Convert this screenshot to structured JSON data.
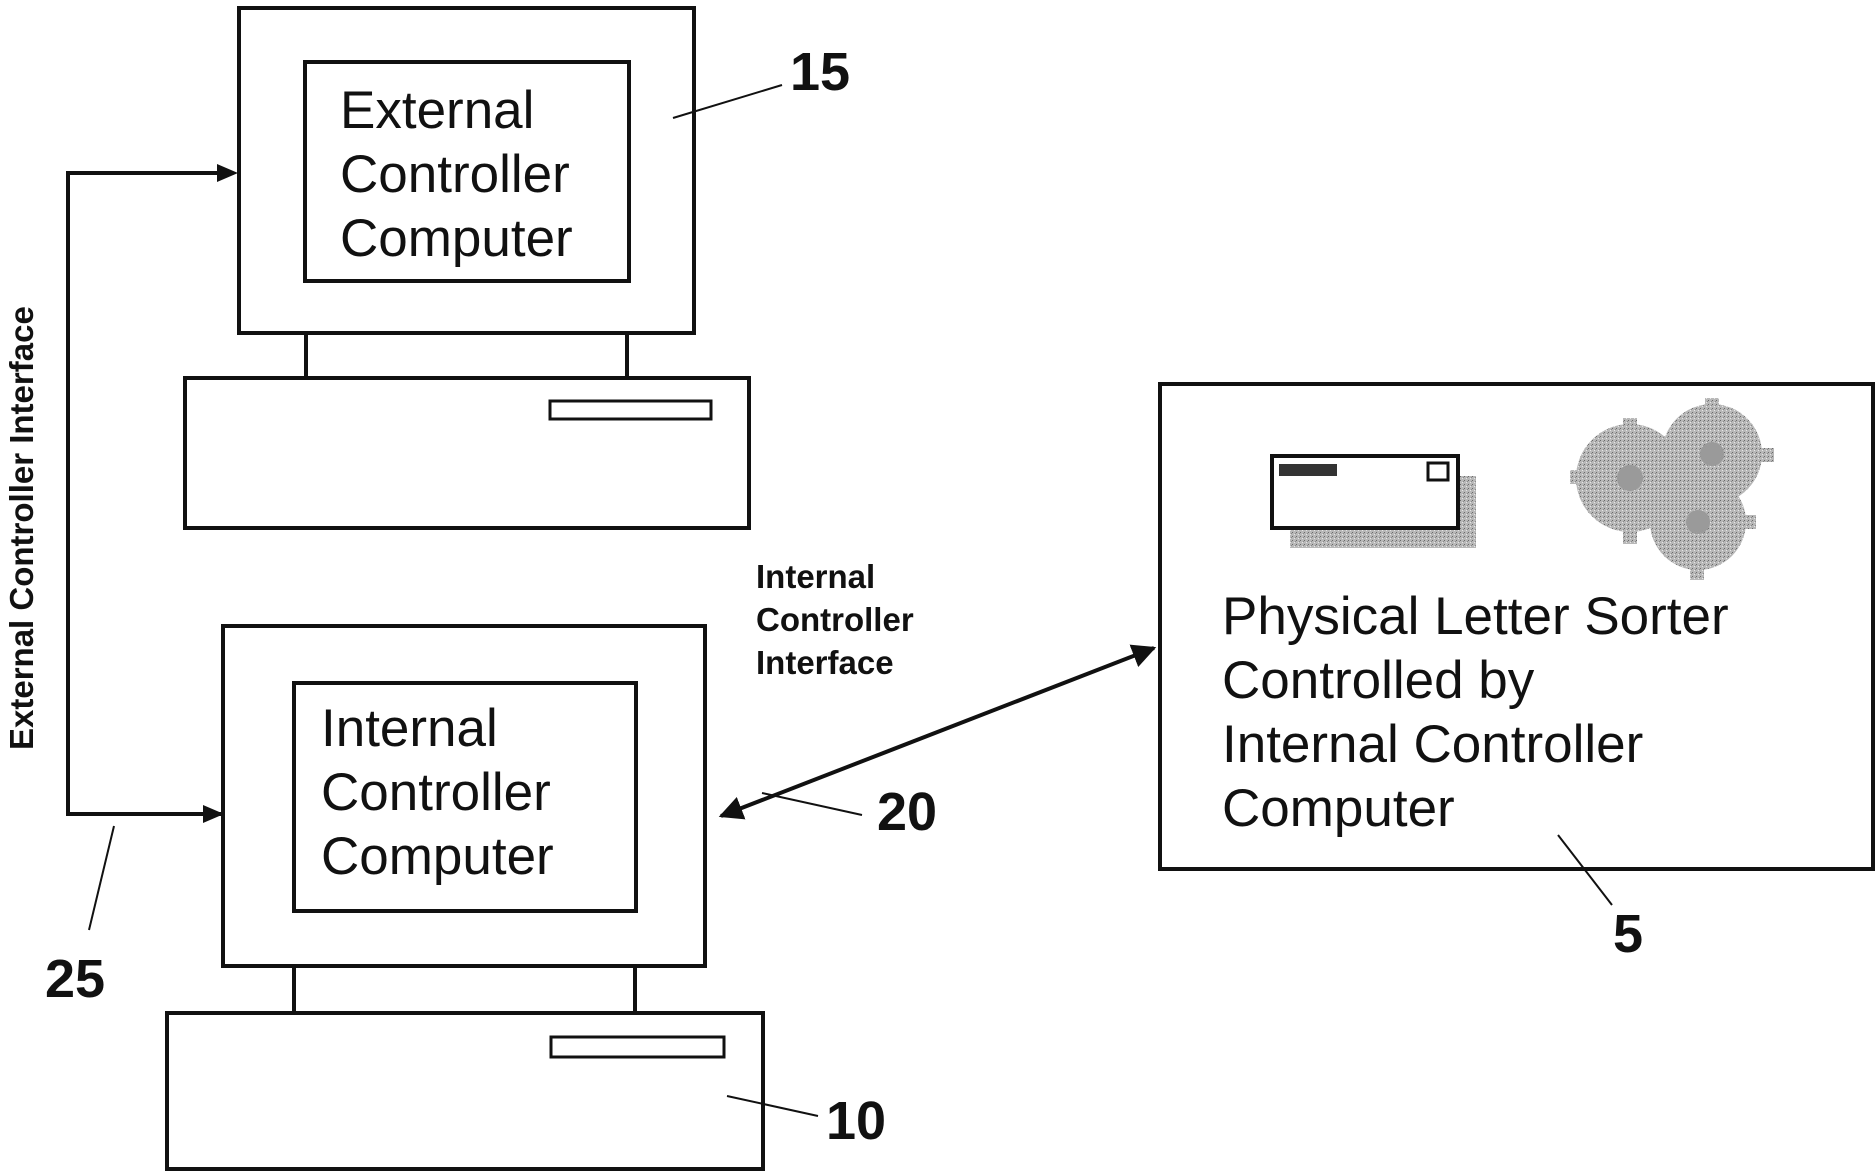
{
  "external_computer": {
    "screen_lines": [
      "External",
      "Controller",
      "Computer"
    ],
    "ref": "15"
  },
  "internal_computer": {
    "screen_lines": [
      "Internal",
      "Controller",
      "Computer"
    ],
    "ref": "10"
  },
  "sorter": {
    "lines": [
      "Physical Letter Sorter",
      "Controlled by",
      "Internal Controller",
      "Computer"
    ],
    "ref": "5",
    "icons": [
      "envelope-icon",
      "gears-icon"
    ]
  },
  "external_interface": {
    "label": "External Controller Interface",
    "ref": "25"
  },
  "internal_interface": {
    "label_lines": [
      "Internal",
      "Controller",
      "Interface"
    ],
    "ref": "20"
  }
}
